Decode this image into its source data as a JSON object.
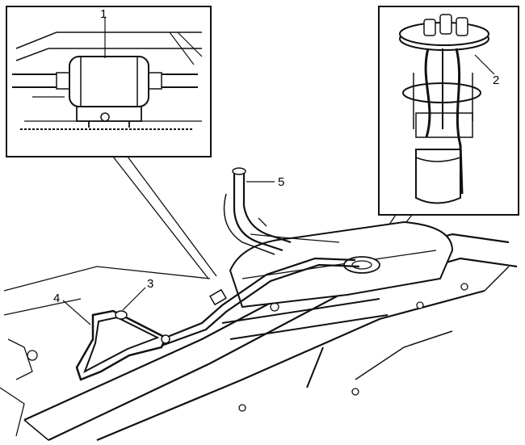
{
  "callouts": [
    {
      "id": "1",
      "label": "1"
    },
    {
      "id": "2",
      "label": "2"
    },
    {
      "id": "3",
      "label": "3"
    },
    {
      "id": "4",
      "label": "4"
    },
    {
      "id": "5",
      "label": "5"
    }
  ],
  "colors": {
    "ink": "#111111",
    "paper": "#ffffff",
    "shade": "#bbbbbb"
  }
}
